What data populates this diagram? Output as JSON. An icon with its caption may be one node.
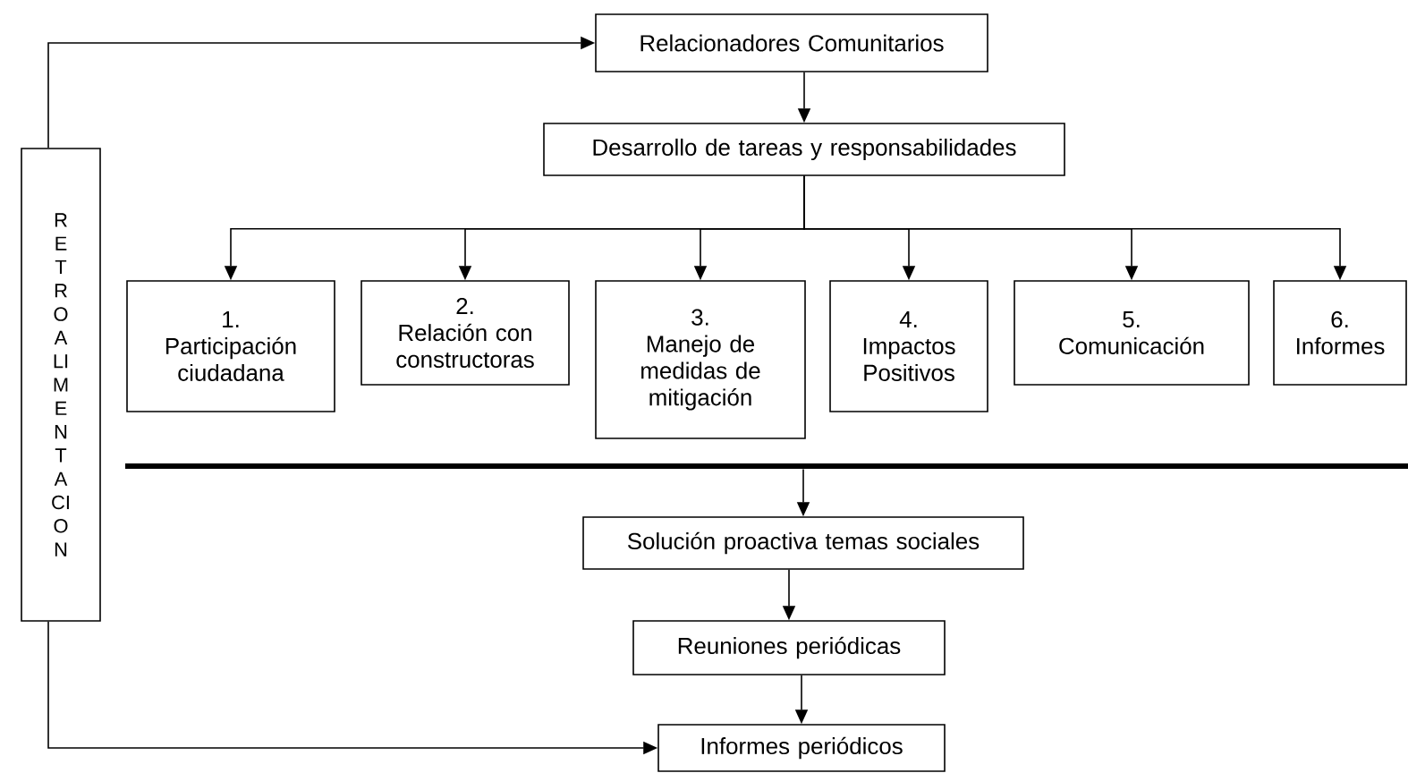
{
  "diagram": {
    "nodes": [
      {
        "text": [
          "Relacionadores Comunitarios"
        ]
      },
      {
        "text": [
          "Desarrollo de tareas y responsabilidades"
        ]
      },
      {
        "text": [
          "1.",
          "Participación ciudadana"
        ]
      },
      {
        "text": [
          "2.",
          "Relación con constructoras"
        ]
      },
      {
        "text": [
          "3.",
          "Manejo de medidas de mitigación"
        ]
      },
      {
        "text": [
          "4.",
          "Impactos Positivos"
        ]
      },
      {
        "text": [
          "5.",
          "Comunicación"
        ]
      },
      {
        "text": [
          "6.",
          "Informes"
        ]
      },
      {
        "text": [
          "RETROALIMENTACION"
        ]
      },
      {
        "text": [],
        "shape": "bar"
      },
      {
        "text": [
          "Solución proactiva temas sociales"
        ]
      },
      {
        "text": [
          "Reuniones periódicas"
        ]
      },
      {
        "text": [
          "Informes periódicos"
        ]
      }
    ],
    "edges": [
      {
        "from": 8,
        "to": 0,
        "arrow": "to"
      },
      {
        "from": 0,
        "to": 1,
        "arrow": "to"
      },
      {
        "from": 1,
        "to": 2,
        "arrow": "to"
      },
      {
        "from": 1,
        "to": 3,
        "arrow": "to"
      },
      {
        "from": 1,
        "to": 4,
        "arrow": "to"
      },
      {
        "from": 1,
        "to": 5,
        "arrow": "to"
      },
      {
        "from": 1,
        "to": 6,
        "arrow": "to"
      },
      {
        "from": 1,
        "to": 7,
        "arrow": "to"
      },
      {
        "from": 9,
        "to": 10,
        "arrow": "to"
      },
      {
        "from": 10,
        "to": 11,
        "arrow": "to"
      },
      {
        "from": 11,
        "to": 12,
        "arrow": "to"
      },
      {
        "from": 8,
        "to": 12,
        "arrow": "to"
      }
    ]
  }
}
